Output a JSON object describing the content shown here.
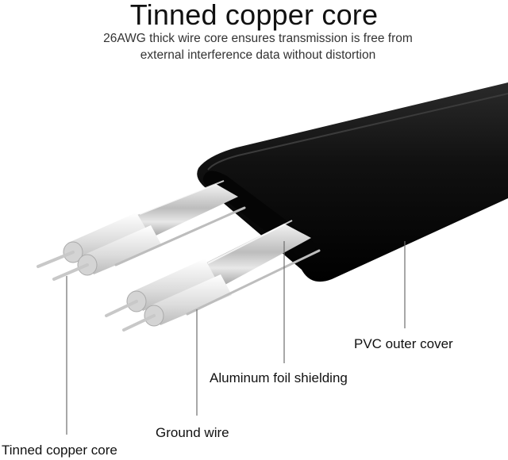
{
  "header": {
    "title": "Tinned copper core",
    "subtitle_line1": "26AWG thick wire core ensures transmission is free from",
    "subtitle_line2": "external interference data without distortion"
  },
  "callouts": {
    "pvc": "PVC outer cover",
    "foil": "Aluminum foil shielding",
    "ground": "Ground wire",
    "core": "Tinned copper core"
  },
  "colors": {
    "cable": "#0b0b0b",
    "leader": "#6e6e6e",
    "foil": "#cfcfcf",
    "insulation": "#e9e9e9"
  }
}
